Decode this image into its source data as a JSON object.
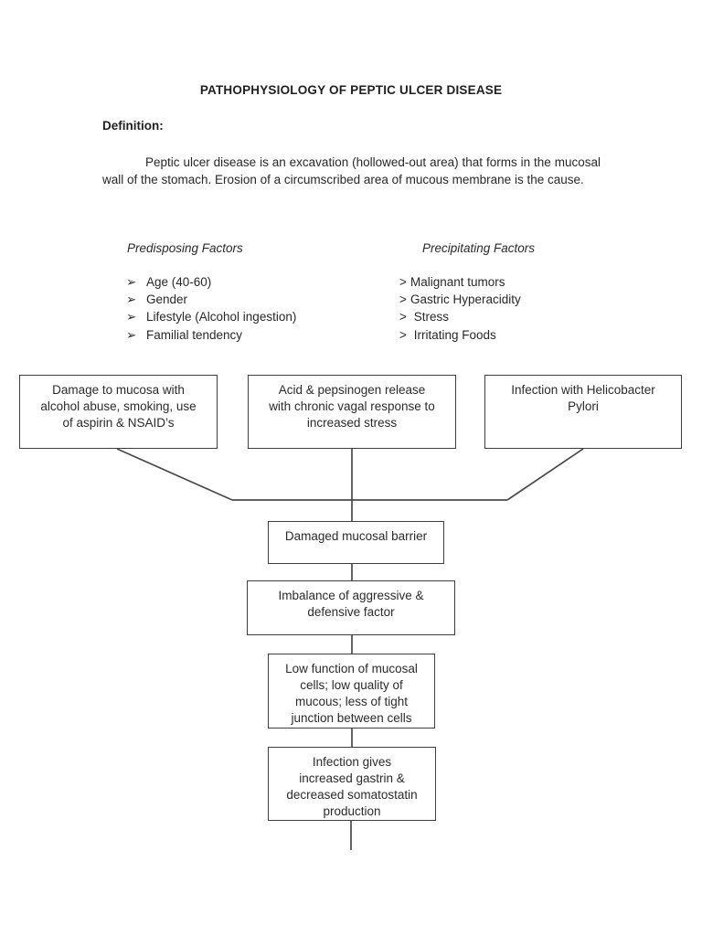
{
  "page": {
    "title": "PATHOPHYSIOLOGY OF PEPTIC ULCER DISEASE",
    "definition_label": "Definition:",
    "definition_text": "Peptic ulcer disease is an excavation (hollowed-out area) that forms in the mucosal wall of the stomach. Erosion of a circumscribed area of mucous membrane is the cause."
  },
  "factors": {
    "predisposing": {
      "heading": "Predisposing Factors",
      "bullet": "➢",
      "items": [
        "Age (40-60)",
        "Gender",
        "Lifestyle (Alcohol ingestion)",
        "Familial tendency"
      ]
    },
    "precipitating": {
      "heading": "Precipitating Factors",
      "bullet": ">",
      "items": [
        "Malignant tumors",
        "Gastric Hyperacidity",
        " Stress",
        " Irritating Foods"
      ]
    }
  },
  "flowchart": {
    "top_boxes": [
      {
        "lines": [
          "Damage to mucosa with",
          "alcohol abuse, smoking, use",
          "of aspirin & NSAID’s"
        ]
      },
      {
        "lines": [
          "Acid & pepsinogen release",
          "with chronic vagal response to",
          "increased stress"
        ]
      },
      {
        "lines": [
          "Infection with Helicobacter",
          "Pylori"
        ]
      }
    ],
    "chain_boxes": [
      {
        "lines": [
          "Damaged mucosal barrier"
        ]
      },
      {
        "lines": [
          "Imbalance of aggressive &",
          "defensive factor"
        ]
      },
      {
        "lines": [
          "Low function of mucosal",
          "cells; low quality of",
          "mucous; less of tight",
          "junction between cells"
        ]
      },
      {
        "lines": [
          "Infection gives",
          "increased gastrin &",
          "decreased somatostatin",
          "production"
        ]
      }
    ]
  },
  "colors": {
    "text": "#282828",
    "box_border": "#3e3e3e",
    "connector_line": "#4a4a4a",
    "background": "#ffffff"
  }
}
